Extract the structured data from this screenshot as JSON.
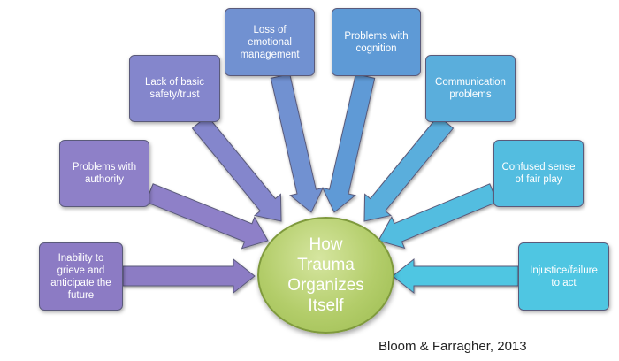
{
  "diagram": {
    "center_text": "How\nTrauma\nOrganizes\nItself",
    "nodes": [
      {
        "id": "grieve",
        "text": "Inability to\ngrieve and\nanticipate the\nfuture",
        "color": "#8c7bc4"
      },
      {
        "id": "authority",
        "text": "Problems with\nauthority",
        "color": "#8e80c8"
      },
      {
        "id": "safety",
        "text": "Lack of basic\nsafety/trust",
        "color": "#8486cc"
      },
      {
        "id": "emotional",
        "text": "Loss of\nemotional\nmanagement",
        "color": "#7191d1"
      },
      {
        "id": "cognition",
        "text": "Problems with\ncognition",
        "color": "#5e9ad6"
      },
      {
        "id": "communication",
        "text": "Communication\nproblems",
        "color": "#5aaedc"
      },
      {
        "id": "fairplay",
        "text": "Confused sense\nof fair play",
        "color": "#53bde0"
      },
      {
        "id": "injustice",
        "text": "Injustice/failure\nto act",
        "color": "#4fc6e2"
      }
    ],
    "citation": "Bloom & Farragher, 2013"
  }
}
